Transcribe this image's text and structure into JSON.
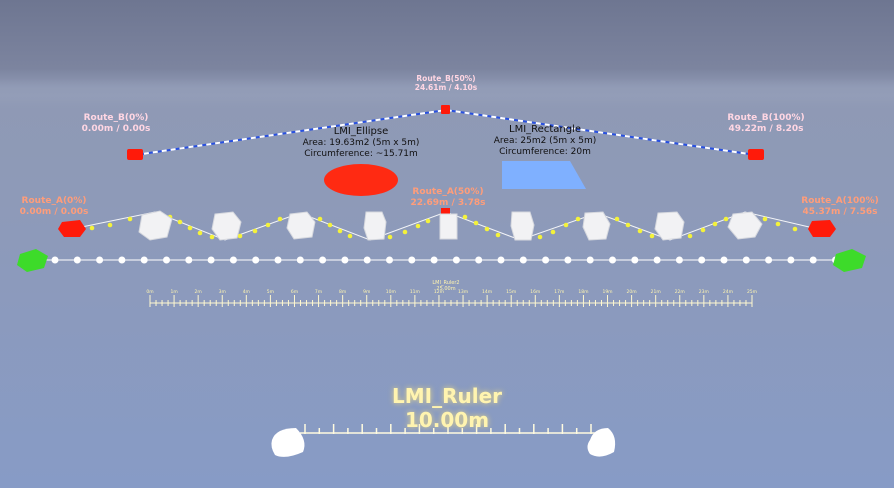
{
  "route_b": {
    "start": {
      "name": "Route_B(0%)",
      "value": "0.00m / 0.00s"
    },
    "mid": {
      "name": "Route_B(50%)",
      "value": "24.61m / 4.10s"
    },
    "end": {
      "name": "Route_B(100%)",
      "value": "49.22m / 8.20s"
    }
  },
  "route_a": {
    "start": {
      "name": "Route_A(0%)",
      "value": "0.00m / 0.00s"
    },
    "mid": {
      "name": "Route_A(50%)",
      "value": "22.69m / 3.78s"
    },
    "end": {
      "name": "Route_A(100%)",
      "value": "45.37m / 7.56s"
    }
  },
  "ellipse": {
    "name": "LMI_Ellipse",
    "area": "Area: 19.63m2 (5m x 5m)",
    "circumference": "Circumference: ~15.71m",
    "color": "#ff2a12"
  },
  "rectangle": {
    "name": "LMI_Rectangle",
    "area": "Area: 25m2 (5m x 5m)",
    "circumference": "Circumference: 20m",
    "color": "#7fb0ff"
  },
  "ruler2": {
    "name": "LMI_Ruler2",
    "length": "25.00m",
    "ticks": [
      "0m",
      "1m",
      "2m",
      "3m",
      "4m",
      "5m",
      "6m",
      "7m",
      "8m",
      "9m",
      "10m",
      "11m",
      "12m",
      "13m",
      "14m",
      "15m",
      "16m",
      "17m",
      "18m",
      "19m",
      "20m",
      "21m",
      "22m",
      "23m",
      "24m",
      "25m"
    ]
  },
  "ruler": {
    "name": "LMI_Ruler",
    "length": "10.00m"
  },
  "colors": {
    "route_marker": "#ff1a0a",
    "green_marker": "#3ddb2a",
    "dashed_line": "#2850e0",
    "yellow_dot": "#f4f23a"
  }
}
